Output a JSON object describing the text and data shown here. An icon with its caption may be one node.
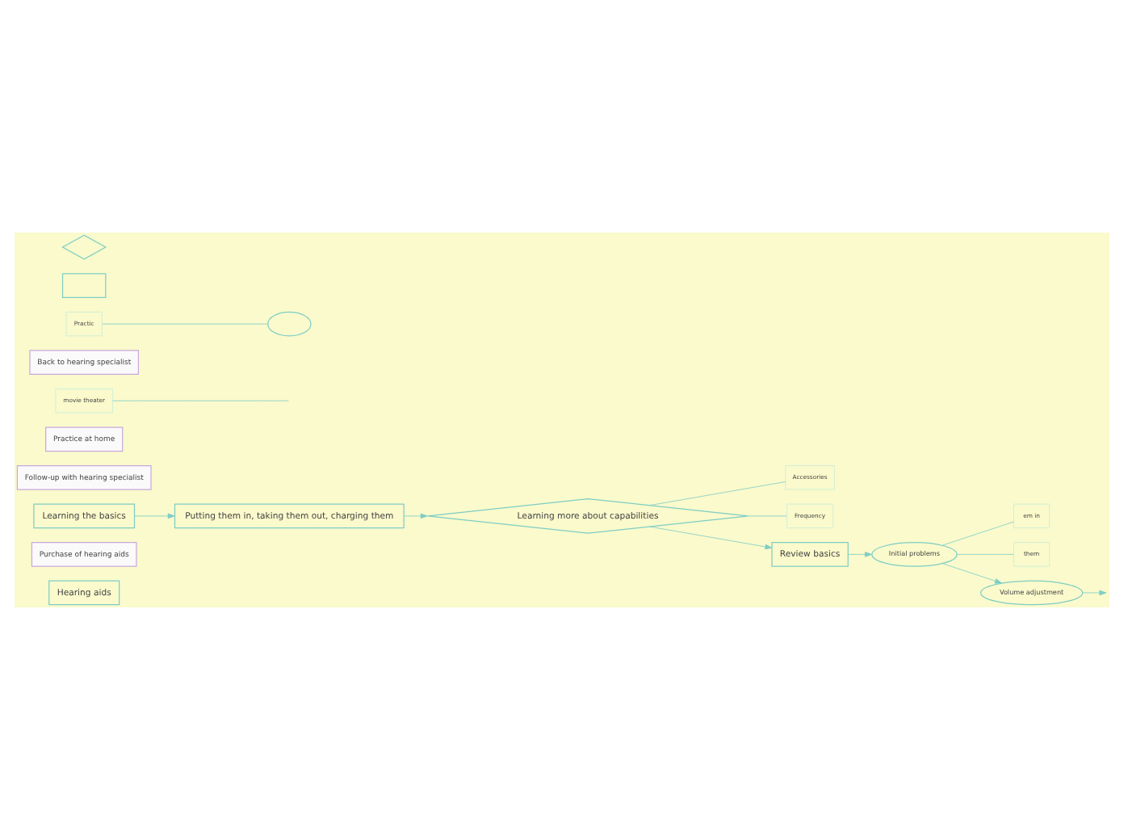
{
  "diagram": {
    "nodes": [
      {
        "text": [
          "Hearing aids"
        ]
      },
      {
        "text": [
          "Purchase of hearing aids"
        ]
      },
      {
        "text": [
          "Learning the basics"
        ]
      },
      {
        "text": [
          "Putting them in, taking them out, charging them"
        ]
      },
      {
        "text": [
          "Learning more about capabilities"
        ]
      },
      {
        "text": [
          "Accessories"
        ]
      },
      {
        "text": [
          "Frequency"
        ]
      },
      {
        "text": [
          "Review basics"
        ]
      },
      {
        "text": [
          "Follow-up with hearing specialist"
        ]
      },
      {
        "text": [
          "Initial problems"
        ]
      },
      {
        "text": [
          "em in"
        ]
      },
      {
        "text": [
          "them"
        ]
      },
      {
        "text": [
          "Volume adjustment"
        ]
      },
      {
        "text": [
          "Practice at home"
        ]
      },
      {
        "text": [
          "movie theater"
        ]
      },
      {
        "text": [
          "Back to hearing specialist"
        ]
      },
      {
        "text": [
          "Practic"
        ]
      },
      {
        "text": [],
        "shape": "box"
      },
      {
        "text": [],
        "shape": "diamond"
      },
      {
        "text": [],
        "shape": "ellipse"
      }
    ],
    "edges": [
      {
        "from": 2,
        "to": 3,
        "arrow": "to"
      },
      {
        "from": 3,
        "to": 4,
        "arrow": "to"
      },
      {
        "from": 4,
        "to": 5,
        "arrow": "none"
      },
      {
        "from": 4,
        "to": 6,
        "arrow": "none"
      },
      {
        "from": 4,
        "to": 7,
        "arrow": "to"
      },
      {
        "from": 7,
        "to": 9,
        "arrow": "to"
      },
      {
        "from": 9,
        "to": 10,
        "arrow": "none"
      },
      {
        "from": 9,
        "to": 11,
        "arrow": "none"
      },
      {
        "from": 9,
        "to": 12,
        "arrow": "to"
      },
      {
        "from": 12,
        "to": null,
        "arrow": "to"
      },
      {
        "from": 14,
        "to": null,
        "arrow": "none"
      },
      {
        "from": 16,
        "to": 19,
        "arrow": "none"
      }
    ]
  }
}
